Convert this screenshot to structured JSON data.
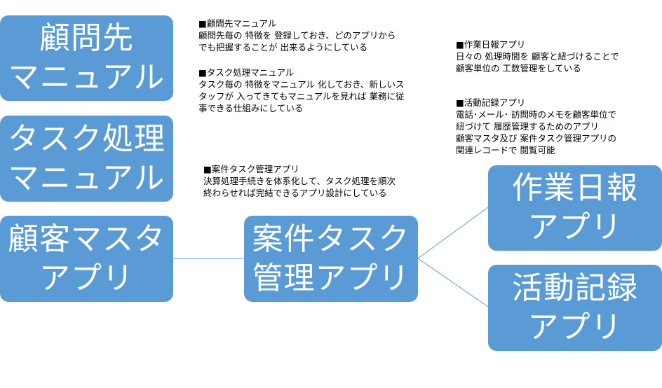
{
  "boxes": {
    "client_manual": {
      "line1": "顧問先",
      "line2": "マニュアル"
    },
    "task_manual": {
      "line1": "タスク処理",
      "line2": "マニュアル"
    },
    "customer_master": {
      "line1": "顧客マスタ",
      "line2": "アプリ"
    },
    "task_management": {
      "line1": "案件タスク",
      "line2": "管理アプリ"
    },
    "daily_report": {
      "line1": "作業日報",
      "line2": "アプリ"
    },
    "activity_log": {
      "line1": "活動記録",
      "line2": "アプリ"
    }
  },
  "notes": {
    "client_manual": {
      "title": "■顧問先マニュアル",
      "lines": [
        "顧問先毎の 特徴を 登録しておき、どのアプリから",
        "でも把握することが 出来るようにしている"
      ]
    },
    "task_manual": {
      "title": "■タスク処理マニュアル",
      "lines": [
        "タスク毎の 特徴をマニュアル 化しておき、新しいス",
        "タッフが 入ってきてもマニュアルを見れば 業務に従",
        "事できる仕組みにしている"
      ]
    },
    "task_management": {
      "title": "■案件タスク管理アプリ",
      "lines": [
        "決算処理手続きを体系化して、タスク処理を順次",
        "終わらせれば完結できるアプリ設計にしている"
      ]
    },
    "daily_report": {
      "title": "■作業日報アプリ",
      "lines": [
        "日々の 処理時間を 顧客と紐づけることで",
        "顧客単位の 工数管理をしている"
      ]
    },
    "activity_log": {
      "title": "■活動記録アプリ",
      "lines": [
        "電話･メール･ 訪問時のメモを顧客単位で",
        "紐づけて 履歴管理するためのアプリ",
        "顧客マスタ及び 案件タスク管理アプリの",
        "関連レコードで 閲覧可能"
      ]
    }
  },
  "colors": {
    "box_fill": "#5b9bd5",
    "connector": "#5b9bd5",
    "box_text": "#ffffff"
  }
}
